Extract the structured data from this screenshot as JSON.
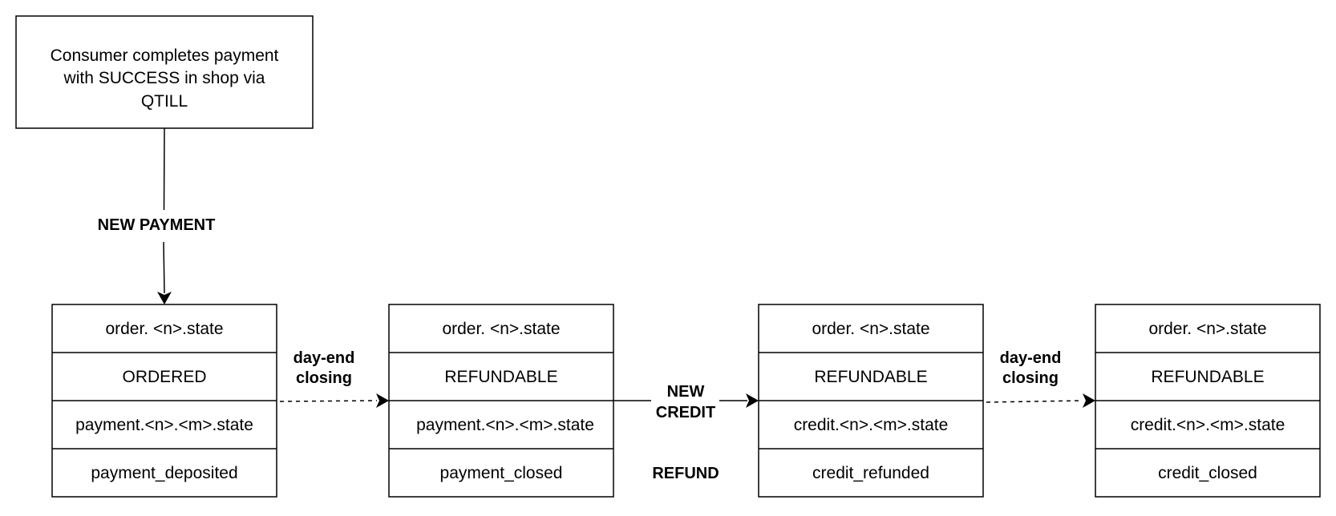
{
  "start": {
    "lines": [
      "Consumer completes payment",
      "with SUCCESS in shop via",
      "QTILL"
    ]
  },
  "states": [
    {
      "rows": [
        "order. <n>.state",
        "ORDERED",
        "payment.<n>.<m>.state",
        "payment_deposited"
      ]
    },
    {
      "rows": [
        "order. <n>.state",
        "REFUNDABLE",
        "payment.<n>.<m>.state",
        "payment_closed"
      ]
    },
    {
      "rows": [
        "order. <n>.state",
        "REFUNDABLE",
        "credit.<n>.<m>.state",
        "credit_refunded"
      ]
    },
    {
      "rows": [
        "order. <n>.state",
        "REFUNDABLE",
        "credit.<n>.<m>.state",
        "credit_closed"
      ]
    }
  ],
  "edges": {
    "new_payment": "NEW PAYMENT",
    "day_end_1": [
      "day-end",
      "closing"
    ],
    "new_credit": [
      "NEW",
      "CREDIT"
    ],
    "refund": "REFUND",
    "day_end_2": [
      "day-end",
      "closing"
    ]
  }
}
